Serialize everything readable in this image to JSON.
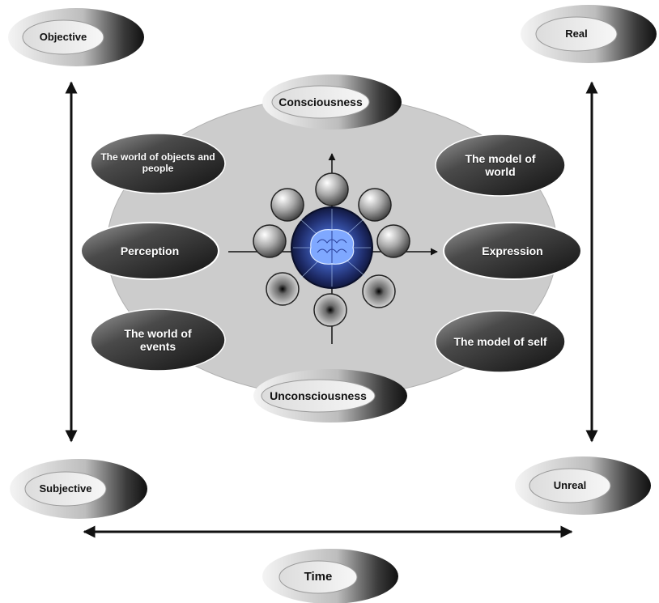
{
  "corners": {
    "objective": "Objective",
    "real": "Real",
    "subjective": "Subjective",
    "unreal": "Unreal"
  },
  "time": "Time",
  "center": {
    "consciousness": "Consciousness",
    "unconsciousness": "Unconsciousness",
    "perception": "Perception",
    "expression": "Expression",
    "world_objects": "The world of objects and people",
    "world_events": "The world of events",
    "model_world": "The model of world",
    "model_self": "The model of self"
  },
  "icons": {
    "brain": "brain-icon"
  },
  "colors": {
    "oval_background": "#cccccc",
    "dark_ellipse": "#2a2a2a",
    "arrow": "#111111"
  }
}
